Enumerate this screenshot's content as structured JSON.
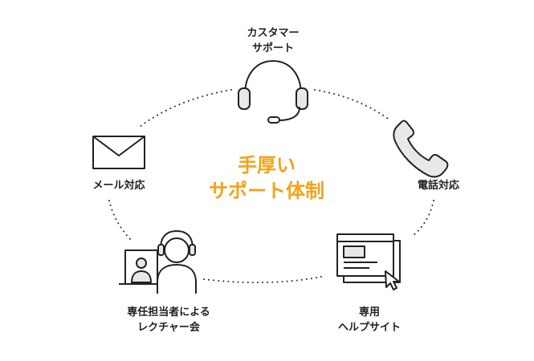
{
  "center": {
    "line1": "手厚い",
    "line2": "サポート体制"
  },
  "nodes": {
    "customer_support": {
      "line1": "カスタマー",
      "line2": "サポート",
      "icon": "headset-icon"
    },
    "phone": {
      "label": "電話対応",
      "icon": "phone-icon"
    },
    "help_site": {
      "line1": "専用",
      "line2": "ヘルプサイト",
      "icon": "browser-cursor-icon"
    },
    "lecture": {
      "line1": "専任担当者による",
      "line2": "レクチャー会",
      "icon": "video-call-icon"
    },
    "mail": {
      "label": "メール対応",
      "icon": "mail-icon"
    }
  },
  "colors": {
    "accent": "#f3a31b",
    "text": "#222222",
    "icon_fill": "#e8e8e8",
    "dots": "#333333"
  }
}
